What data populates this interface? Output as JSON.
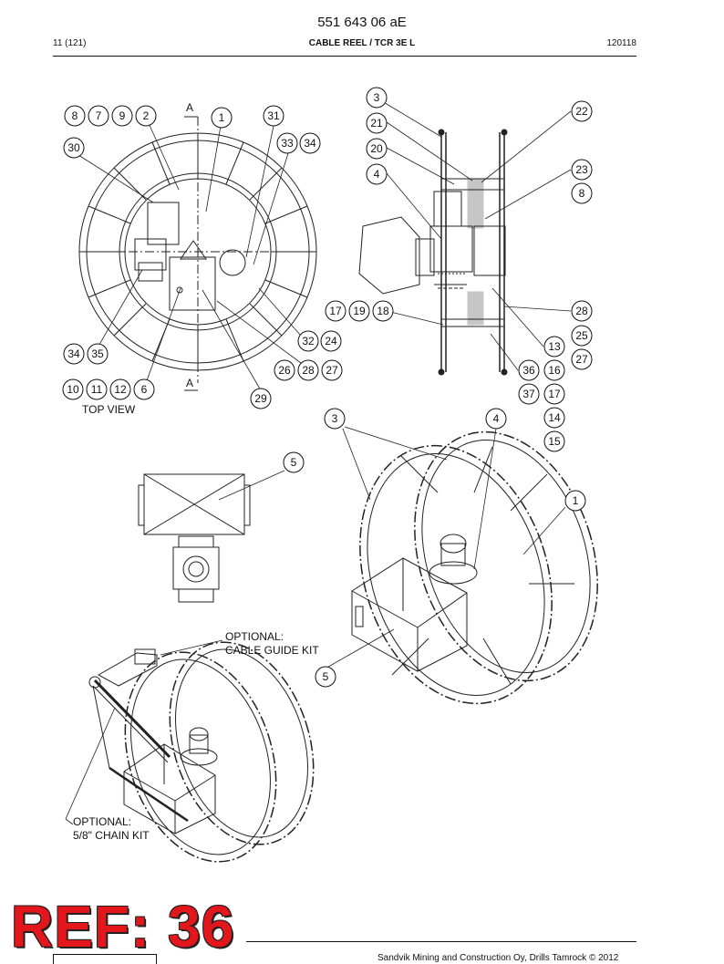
{
  "header": {
    "doc_number": "551 643 06 aE",
    "page": "11 (121)",
    "title": "CABLE REEL / TCR 3E L",
    "date_code": "120118"
  },
  "labels": {
    "top_view": "TOP VIEW",
    "section_a_top": "A",
    "section_a_bottom": "A",
    "optional_cable_guide_1": "OPTIONAL:",
    "optional_cable_guide_2": "CABLE GUIDE KIT",
    "optional_chain_1": "OPTIONAL:",
    "optional_chain_2": "5/8\" CHAIN KIT"
  },
  "callouts": {
    "c8a": "8",
    "c7": "7",
    "c9": "9",
    "c2": "2",
    "c1a": "1",
    "c31": "31",
    "c33": "33",
    "c34a": "34",
    "c30": "30",
    "c34b": "34",
    "c35": "35",
    "c10": "10",
    "c11": "11",
    "c12": "12",
    "c6": "6",
    "c29": "29",
    "c32": "32",
    "c24": "24",
    "c26": "26",
    "c28a": "28",
    "c27a": "27",
    "c3a": "3",
    "c21": "21",
    "c20": "20",
    "c4a": "4",
    "c22": "22",
    "c23": "23",
    "c8b": "8",
    "c17a": "17",
    "c19": "19",
    "c18": "18",
    "c28b": "28",
    "c25": "25",
    "c13": "13",
    "c27b": "27",
    "c36": "36",
    "c16": "16",
    "c37": "37",
    "c17b": "17",
    "c14": "14",
    "c15": "15",
    "c3b": "3",
    "c4b": "4",
    "c5a": "5",
    "c1b": "1",
    "c5b": "5"
  },
  "stamp": {
    "ref": "REF: 36"
  },
  "footer": {
    "copyright": "Sandvik Mining and Construction Oy, Drills Tamrock © 2012"
  }
}
